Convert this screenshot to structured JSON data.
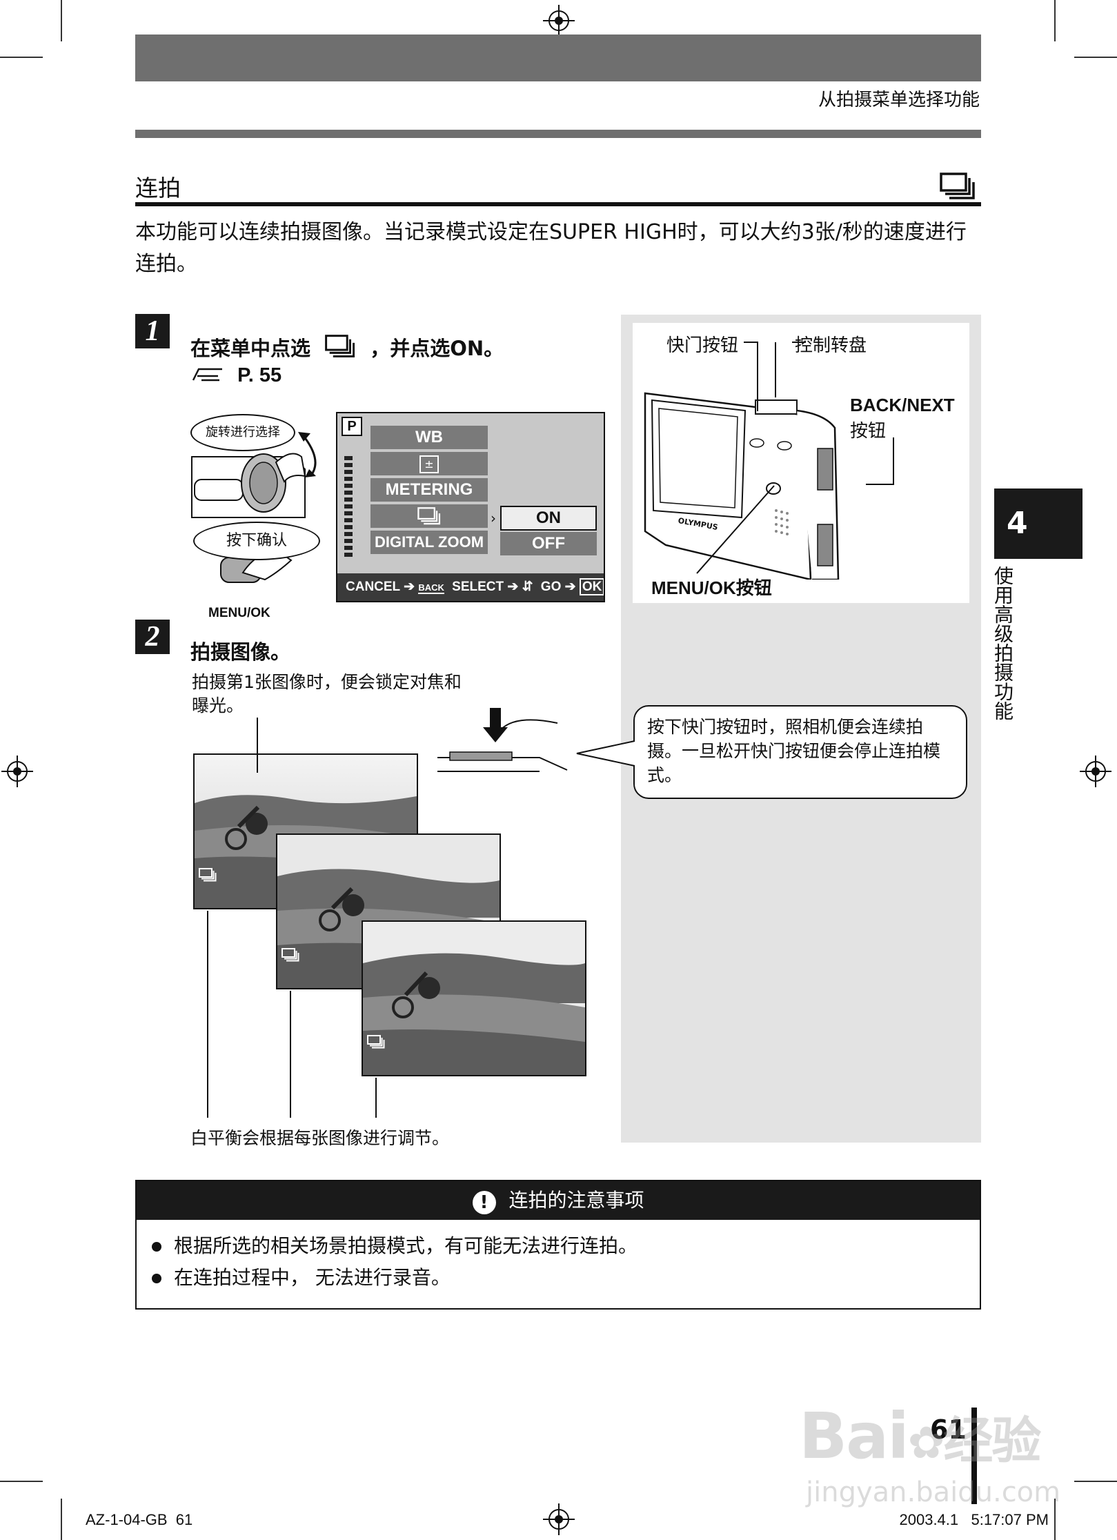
{
  "header": {
    "section": "从拍摄菜单选择功能"
  },
  "section": {
    "title": "连拍",
    "icon": "sequential-shooting-icon",
    "intro": "本功能可以连续拍摄图像。当记录模式设定在SUPER HIGH时，可以大约3张/秒的速度进行连拍。"
  },
  "steps": [
    {
      "number": "1",
      "text_before": "在菜单中点选",
      "text_after": "，并点选ON。",
      "ref": "P. 55",
      "dial_callout": "旋转进行选择",
      "button_callout": "按下确认",
      "button_label": "MENU/OK",
      "menu": {
        "mode": "P",
        "items": [
          "WB",
          "±",
          "METERING",
          "",
          "DIGITAL ZOOM"
        ],
        "options": [
          "ON",
          "OFF"
        ],
        "footer": [
          "CANCEL",
          "BACK",
          "SELECT",
          "GO",
          "OK"
        ]
      }
    },
    {
      "number": "2",
      "text": "拍摄图像。",
      "note_focus": "拍摄第1张图像时，便会锁定对焦和曝光。",
      "note_wb": "白平衡会根据每张图像进行调节。"
    }
  ],
  "camera": {
    "shutter_label": "快门按钮",
    "dial_label": "控制转盘",
    "backnext_label": "BACK/NEXT",
    "backnext_sub": "按钮",
    "menuok_label": "MENU/OK按钮",
    "brand": "OLYMPUS"
  },
  "shutter_bubble": "按下快门按钮时，照相机便会连续拍摄。一旦松开快门按钮便会停止连拍模式。",
  "side_tab": {
    "number": "4",
    "label": "使用高级拍摄功能"
  },
  "caution": {
    "title": "连拍的注意事项",
    "items": [
      "根据所选的相关场景拍摄模式，有可能无法进行连拍。",
      "在连拍过程中， 无法进行录音。"
    ]
  },
  "page_number": "61",
  "footer": {
    "left": "AZ-1-04-GB  61",
    "right": "2003.4.1   5:17:07 PM"
  },
  "watermark": {
    "site": "jingyan.baidu.com",
    "brand": "Bai",
    "brand2": "经验"
  }
}
